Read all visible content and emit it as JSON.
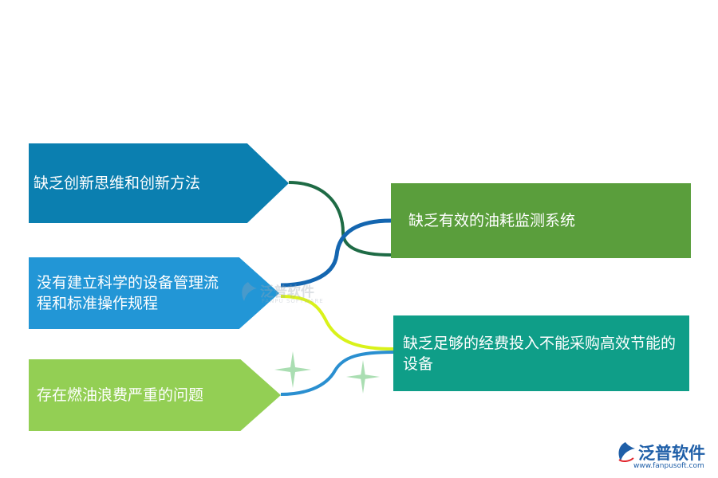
{
  "causes": [
    {
      "label": "缺乏创新思维和创新方法",
      "color": "#0b7fb0"
    },
    {
      "label": "没有建立科学的设备管理流程和标准操作规程",
      "color": "#2296d6"
    },
    {
      "label": "存在燃油浪费严重的问题",
      "color": "#93cf54"
    }
  ],
  "effects": [
    {
      "label": "缺乏有效的油耗监测系统",
      "color": "#5a9e3c"
    },
    {
      "label": "缺乏足够的经费投入不能采购高效节能的设备",
      "color": "#0f9e88"
    }
  ],
  "connector_colors": [
    "#1e6b45",
    "#1466b0",
    "#d9f21a",
    "#2a8fd0"
  ],
  "watermark": {
    "text": "泛普软件",
    "subtext": "FANPU SOFTWARE"
  },
  "logo": {
    "name": "泛普软件",
    "url": "www.fanpusoft.com",
    "icon": "fanpu-logo-icon"
  }
}
